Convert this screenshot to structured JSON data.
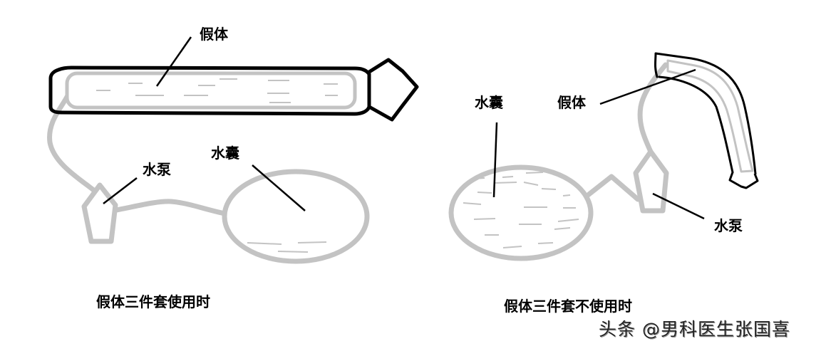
{
  "diagram": {
    "colors": {
      "outline": "#000000",
      "component": "#c3c3c3",
      "background": "#ffffff"
    },
    "left_panel": {
      "caption": "假体三件套使用时",
      "labels": {
        "prosthesis": "假体",
        "pump": "水泵",
        "reservoir": "水囊"
      },
      "state": "inflated"
    },
    "right_panel": {
      "caption": "假体三件套不使用时",
      "labels": {
        "prosthesis": "假体",
        "pump": "水泵",
        "reservoir": "水囊"
      },
      "state": "deflated"
    },
    "watermark": "头条 @男科医生张国喜"
  }
}
